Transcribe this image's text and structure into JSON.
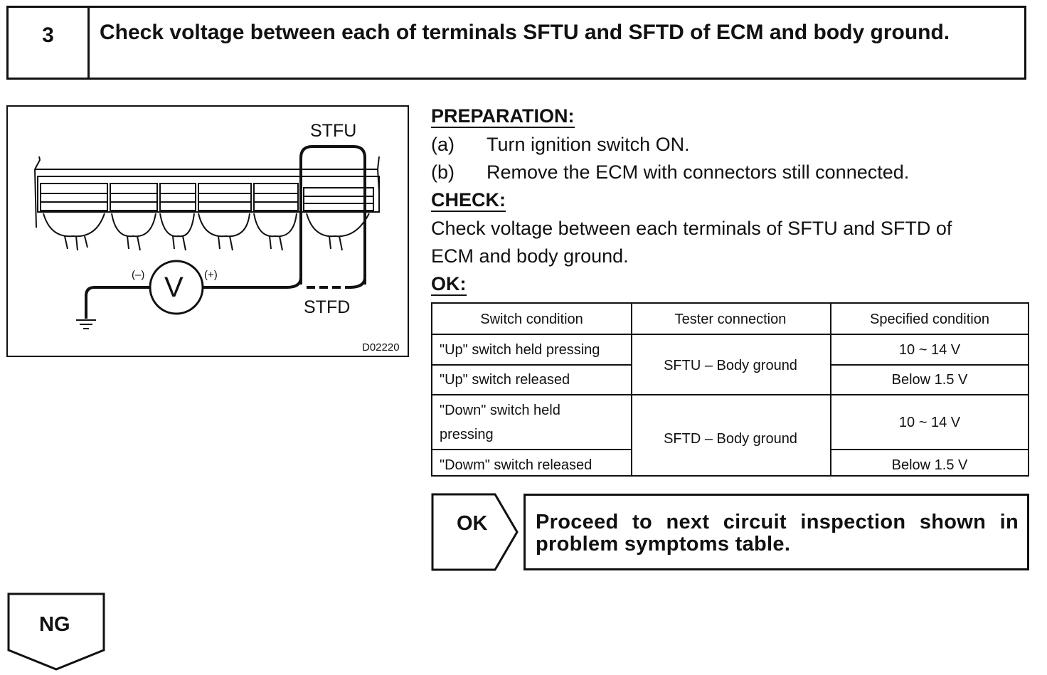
{
  "step": {
    "number": "3",
    "title": "Check voltage between each of terminals SFTU and SFTD of ECM and body ground."
  },
  "figure": {
    "label_top": "STFU",
    "label_bottom": "STFD",
    "meter_symbol": "V",
    "neg_terminal": "(–)",
    "pos_terminal": "(+)",
    "code": "D02220"
  },
  "preparation": {
    "heading": "PREPARATION:",
    "steps": [
      {
        "marker": "(a)",
        "text": "Turn ignition switch ON."
      },
      {
        "marker": "(b)",
        "text": "Remove the ECM with connectors still connected."
      }
    ]
  },
  "check": {
    "heading": "CHECK:",
    "lines": [
      "Check voltage between each terminals of SFTU and SFTD of",
      "ECM and body ground."
    ]
  },
  "ok": {
    "heading": "OK:",
    "table": {
      "headers": [
        "Switch condition",
        "Tester connection",
        "Specified condition"
      ],
      "rows": [
        {
          "condition": "\"Up\" switch held pressing",
          "spec": "10 ~ 14 V"
        },
        {
          "condition": "\"Up\" switch released",
          "spec": "Below 1.5 V"
        },
        {
          "condition": "\"Down\" switch held pressing",
          "spec": "10 ~ 14 V"
        },
        {
          "condition": "\"Dowm\" switch released",
          "spec": "Below 1.5 V"
        }
      ],
      "connections": [
        "SFTU – Body ground",
        "SFTD – Body ground"
      ]
    }
  },
  "result_ok": {
    "label": "OK",
    "action": "Proceed to next circuit inspection shown in problem symptoms table."
  },
  "result_ng": {
    "label": "NG"
  }
}
